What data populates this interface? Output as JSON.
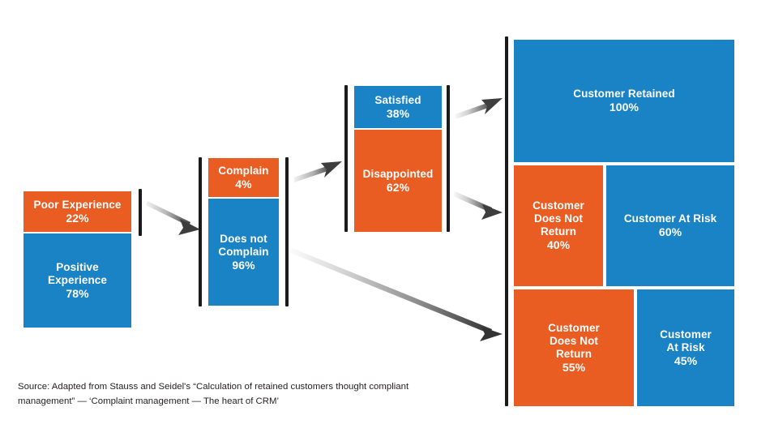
{
  "chart_data": {
    "type": "diagram",
    "title": "Customer complaint / retention flow",
    "colors": {
      "orange": "#e95d23",
      "blue": "#1a83c6",
      "rule": "#1b1b1b",
      "text_on_bar": "#ffffff",
      "source_text": "#231f20"
    },
    "stages": [
      {
        "name": "experience",
        "segments": [
          {
            "label": "Poor Experience",
            "value": "22%",
            "color": "orange"
          },
          {
            "label": "Positive\nExperience",
            "value": "78%",
            "color": "blue"
          }
        ]
      },
      {
        "name": "complaint",
        "segments": [
          {
            "label": "Complain",
            "value": "4%",
            "color": "orange"
          },
          {
            "label": "Does not\nComplain",
            "value": "96%",
            "color": "blue"
          }
        ]
      },
      {
        "name": "resolution",
        "segments": [
          {
            "label": "Satisfied",
            "value": "38%",
            "color": "blue"
          },
          {
            "label": "Disappointed",
            "value": "62%",
            "color": "orange"
          }
        ]
      },
      {
        "name": "outcome",
        "rows": [
          [
            {
              "label": "Customer Retained",
              "value": "100%",
              "color": "blue"
            }
          ],
          [
            {
              "label": "Customer\nDoes Not\nReturn",
              "value": "40%",
              "color": "orange"
            },
            {
              "label": "Customer At Risk",
              "value": "60%",
              "color": "blue"
            }
          ],
          [
            {
              "label": "Customer\nDoes Not\nReturn",
              "value": "55%",
              "color": "orange"
            },
            {
              "label": "Customer\nAt Risk",
              "value": "45%",
              "color": "blue"
            }
          ]
        ]
      }
    ],
    "connectors": [
      {
        "from": "experience:Poor Experience",
        "to": "complaint"
      },
      {
        "from": "complaint:Complain",
        "to": "resolution"
      },
      {
        "from": "resolution:Satisfied",
        "to": "outcome:row1"
      },
      {
        "from": "resolution:Disappointed",
        "to": "outcome:row2"
      },
      {
        "from": "complaint:Does not Complain",
        "to": "outcome:row3"
      }
    ]
  },
  "bars": {
    "c1_poor": {
      "label": "Poor Experience",
      "pct": "22%"
    },
    "c1_positive": {
      "label": "Positive\nExperience",
      "pct": "78%"
    },
    "c2_complain": {
      "label": "Complain",
      "pct": "4%"
    },
    "c2_nocompl": {
      "label": "Does not\nComplain",
      "pct": "96%"
    },
    "c3_satisfied": {
      "label": "Satisfied",
      "pct": "38%"
    },
    "c3_disapp": {
      "label": "Disappointed",
      "pct": "62%"
    },
    "c4_retained": {
      "label": "Customer Retained",
      "pct": "100%"
    },
    "c4_dnr40": {
      "label": "Customer\nDoes Not\nReturn",
      "pct": "40%"
    },
    "c4_risk60": {
      "label": "Customer At Risk",
      "pct": "60%"
    },
    "c4_dnr55": {
      "label": "Customer\nDoes Not\nReturn",
      "pct": "55%"
    },
    "c4_risk45": {
      "label": "Customer\nAt Risk",
      "pct": "45%"
    }
  },
  "source": {
    "text": "Source: Adapted from Stauss and Seidel's “Calculation of retained customers thought compliant\nmanagement” — ‘Complaint management — The heart of CRM’"
  }
}
